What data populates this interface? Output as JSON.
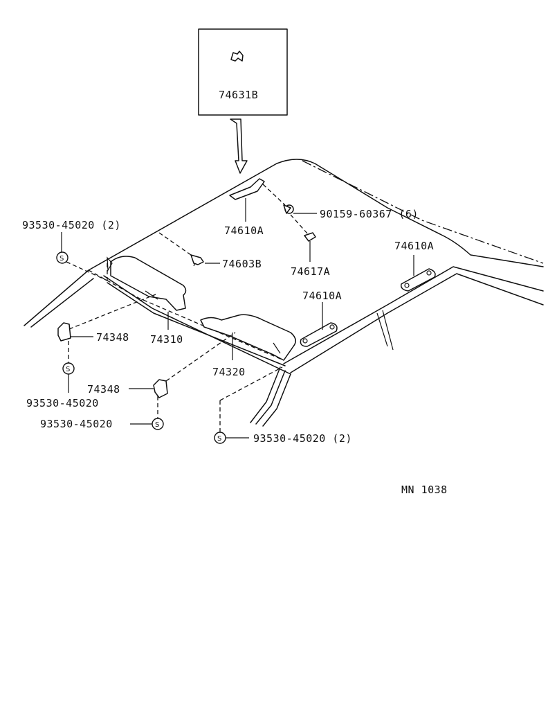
{
  "callouts": {
    "inset_part": "74631B",
    "bracket_center": "74610A",
    "screw": "90159-60367 (6)",
    "fastener_left": "74603B",
    "clip_center": "74617A",
    "bracket_right": "74610A",
    "bracket_mid": "74610A",
    "fastener_top_left": "93530-45020 (2)",
    "holder_left": "74348",
    "visor_left": "74310",
    "visor_right": "74320",
    "fastener_left_lower": "93530-45020",
    "holder_right": "74348",
    "fastener_mid_lower": "93530-45020",
    "fastener_bottom": "93530-45020 (2)"
  },
  "symbol_letter": "S",
  "diagram_code": "MN  1038"
}
